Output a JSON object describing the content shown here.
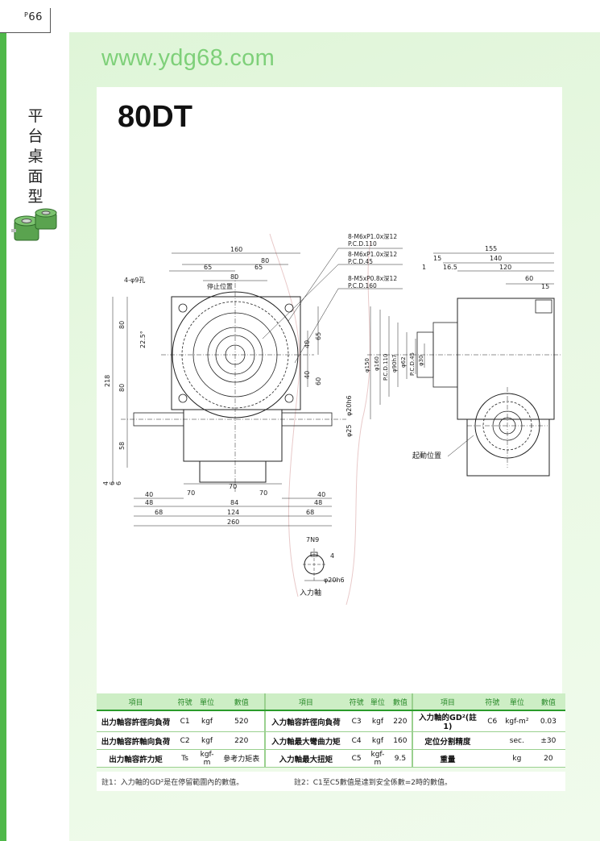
{
  "page": {
    "label_prefix": "P",
    "number": "66"
  },
  "side_title": [
    "平",
    "台",
    "桌",
    "面",
    "型"
  ],
  "url": "www.ydg68.com",
  "model": "80DT",
  "drawing": {
    "front": {
      "dims_top": [
        "160",
        "80",
        "65",
        "65",
        "80"
      ],
      "label_holes": "4-φ9孔",
      "label_stop": "停止位置",
      "angle": "22.5°",
      "dims_left": [
        "80",
        "80",
        "218",
        "58",
        "4",
        "6",
        "6"
      ],
      "dims_inner": [
        "40",
        "65",
        "40",
        "60"
      ],
      "dims_shaft": [
        "φ20h6",
        "φ25"
      ],
      "dims_bottom": [
        "70",
        "70",
        "70",
        "40",
        "40",
        "48",
        "48",
        "84",
        "68",
        "68",
        "124",
        "260"
      ]
    },
    "callouts": [
      {
        "line1": "8-M6xP1.0x深12",
        "line2": "P.C.D.110"
      },
      {
        "line1": "8-M6xP1.0x深12",
        "line2": "P.C.D.45"
      },
      {
        "line1": "8-M5xP0.8x深12",
        "line2": "P.C.D.160"
      }
    ],
    "side": {
      "dims_top": [
        "155",
        "140",
        "120",
        "60",
        "15",
        "15",
        "16.5",
        "1"
      ],
      "dims_vertical": [
        "φ150",
        "φ160",
        "P.C.D.110",
        "φ90h7",
        "φ62",
        "P.C.D.45",
        "φ30"
      ],
      "label_start": "起動位置"
    },
    "shaft_detail": {
      "dims": [
        "7N9",
        "4",
        "φ20h6"
      ],
      "label": "入力軸"
    }
  },
  "spec_table": {
    "headers": [
      "項目",
      "符號",
      "單位",
      "數值",
      "項目",
      "符號",
      "單位",
      "數值",
      "項目",
      "符號",
      "單位",
      "數值"
    ],
    "rows": [
      [
        "出力軸容許徑向負荷",
        "C1",
        "kgf",
        "520",
        "入力軸容許徑向負荷",
        "C3",
        "kgf",
        "220",
        "入力軸的GD²(註1)",
        "C6",
        "kgf-m²",
        "0.03"
      ],
      [
        "出力軸容許軸向負荷",
        "C2",
        "kgf",
        "220",
        "入力軸最大彎曲力矩",
        "C4",
        "kgf",
        "160",
        "定位分割精度",
        "",
        "sec.",
        "±30"
      ],
      [
        "出力軸容許力矩",
        "Ts",
        "kgf-m",
        "參考力矩表",
        "入力軸最大扭矩",
        "C5",
        "kgf-m",
        "9.5",
        "重量",
        "",
        "kg",
        "20"
      ]
    ]
  },
  "notes": {
    "note1": "註1：入力軸的GD²是在停留範圍內的數值。",
    "note2": "註2：C1至C5數值是達到安全係數=2時的數值。"
  },
  "colors": {
    "green_bar": "#4fb84a",
    "panel": "#e3f6dc",
    "drawing_line": "#222222",
    "table_header": "#cdeec5"
  }
}
